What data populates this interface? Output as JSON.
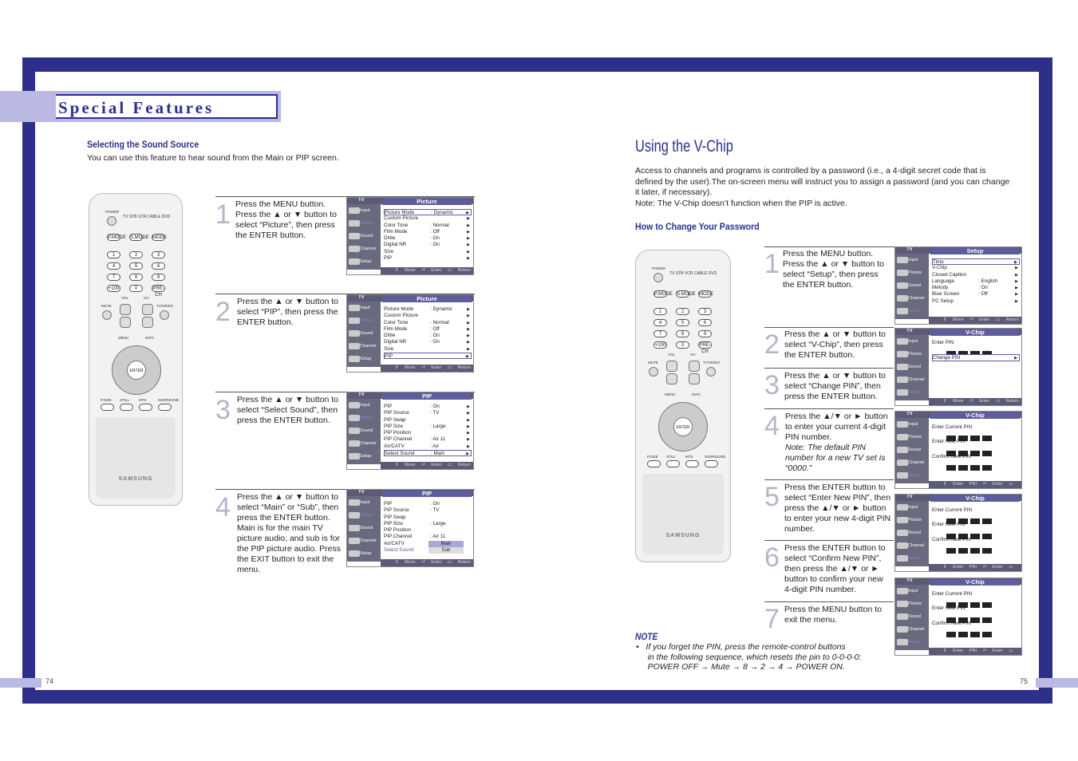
{
  "page": {
    "section_title": "Special Features",
    "page_left": "74",
    "page_right": "75"
  },
  "left": {
    "heading": "Selecting the Sound Source",
    "intro": "You can use this feature to hear sound from the Main or PIP screen.",
    "steps": [
      {
        "num": "1",
        "text": "Press the MENU button. Press the ▲ or ▼ button to select “Picture”, then press the ENTER button."
      },
      {
        "num": "2",
        "text": "Press the ▲ or ▼ button to select “PIP”, then press the ENTER button."
      },
      {
        "num": "3",
        "text": "Press the ▲ or ▼ button to select “Select Sound”, then press the ENTER button."
      },
      {
        "num": "4",
        "text": "Press the ▲ or ▼ button to select “Main” or “Sub”, then press the ENTER button. Main is for the main TV picture audio, and sub is for the PIP picture audio. Press the EXIT button to exit the menu."
      }
    ]
  },
  "right": {
    "heading": "Using the V-Chip",
    "intro": "Access to channels and programs is controlled by a password (i.e., a 4-digit secret code that is defined by the user).The on-screen menu will instruct you to assign a password (and you can change it later, if necessary).",
    "intro_note": "Note: The V-Chip doesn’t function when the PIP is active.",
    "subheading": "How to Change Your Password",
    "steps": [
      {
        "num": "1",
        "text": "Press the MENU button. Press the ▲ or ▼ button to select “Setup”, then press the ENTER button."
      },
      {
        "num": "2",
        "text": "Press the ▲ or ▼ button to select “V-Chip”, then press the ENTER button."
      },
      {
        "num": "3",
        "text": "Press the ▲ or ▼ button to select “Change PIN”, then press the ENTER button."
      },
      {
        "num": "4",
        "text": "Press the ▲/▼ or ► button to enter your current 4-digit PIN number.",
        "italic": "Note: The default PIN number for a new TV set is “0000.”"
      },
      {
        "num": "5",
        "text": "Press the ENTER button to select “Enter New PIN”, then press the ▲/▼ or ► button to enter your new 4-digit PIN number."
      },
      {
        "num": "6",
        "text": "Press the ENTER button to select “Confirm New PIN”, then press the ▲/▼ or ► button to confirm your new 4-digit PIN number."
      },
      {
        "num": "7",
        "text": "Press the MENU button to exit the menu."
      }
    ],
    "note_heading": "NOTE",
    "note_lines": [
      "•   If you forget the PIN, press the remote-control buttons",
      "     in the following sequence, which resets the pin to 0-0-0-0:",
      "     POWER OFF → Mute → 8 → 2 → 4 → POWER ON."
    ]
  },
  "osd": {
    "tv": "TV",
    "side": [
      "Input",
      "Picture",
      "Sound",
      "Channel",
      "Setup"
    ],
    "move": "Move",
    "enter": "Enter",
    "return": "Return",
    "enter_pin": "Enter PIN",
    "picture_rows": [
      [
        "Picture Mode",
        ": Dynamic"
      ],
      [
        "Custom Picture",
        ""
      ],
      [
        "Color Tone",
        ": Normal"
      ],
      [
        "Film Mode",
        ": Off"
      ],
      [
        "DNIe",
        ": On"
      ],
      [
        "Digital NR",
        ": On"
      ],
      [
        "Size",
        ""
      ],
      [
        "PIP",
        ""
      ]
    ],
    "pip_rows": [
      [
        "PIP",
        ": On"
      ],
      [
        "PIP Source",
        ": TV"
      ],
      [
        "PIP Swap",
        ""
      ],
      [
        "PIP Size",
        ": Large"
      ],
      [
        "PIP Position",
        ""
      ],
      [
        "PIP Channel",
        ": Air 11"
      ],
      [
        "Air/CATV",
        ": Air"
      ],
      [
        "Select Sound",
        ": Main"
      ]
    ],
    "pip_title": "PIP",
    "picture_title": "Picture",
    "sound_options": [
      "Main",
      "Sub"
    ],
    "setup_title": "Setup",
    "setup_rows": [
      [
        "Time",
        ""
      ],
      [
        "V-Chip",
        ""
      ],
      [
        "Closed Caption",
        ""
      ],
      [
        "Language",
        ": English"
      ],
      [
        "Melody",
        ": On"
      ],
      [
        "Blue Screen",
        ": Off"
      ],
      [
        "PC Setup",
        ""
      ]
    ],
    "vchip_title": "V-Chip",
    "vchip_labels": [
      "Enter PIN",
      "Change PIN",
      "Enter Current PIN",
      "Enter New PIN",
      "Confirm New PIN"
    ]
  },
  "remote": {
    "brand": "SAMSUNG",
    "power": "POWER",
    "keys": [
      "TV",
      "STB",
      "VCR",
      "CABLE",
      "DVD",
      "P.MODE",
      "S.MODE",
      "MODE",
      "1",
      "2",
      "3",
      "4",
      "5",
      "6",
      "7",
      "8",
      "9",
      "+100",
      "0",
      "PRE-CH",
      "VOL",
      "CH",
      "MUTE",
      "TV/VIDEO",
      "MENU",
      "INFO",
      "ENTER",
      "P.SIZE",
      "STILL",
      "MTS",
      "SURROUND"
    ]
  }
}
